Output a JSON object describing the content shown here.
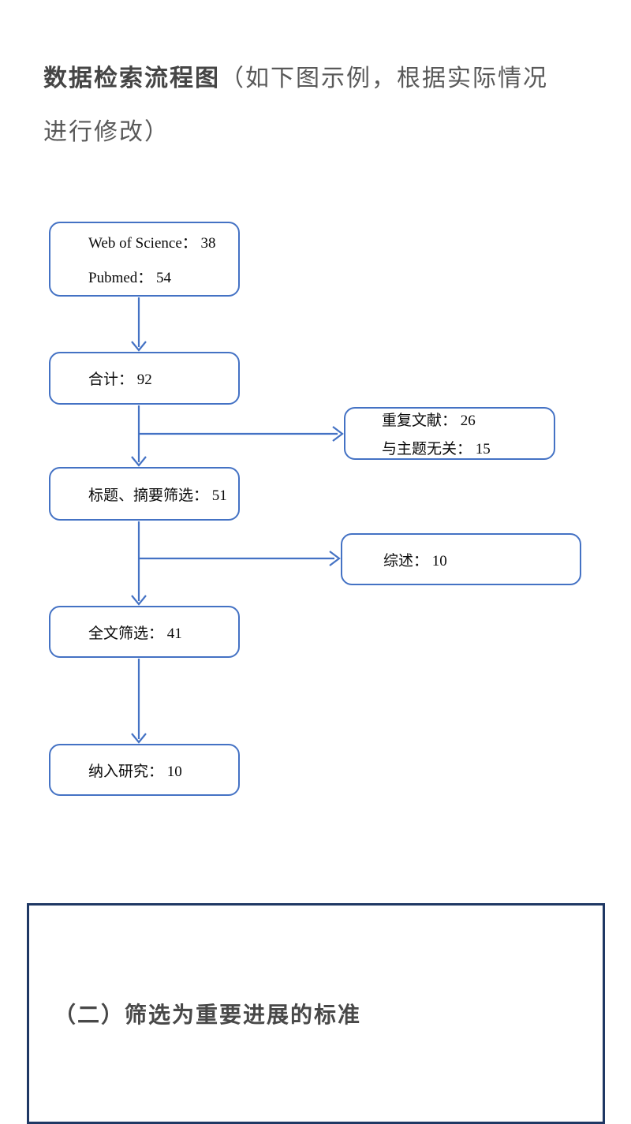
{
  "title": {
    "bold": "数据检索流程图",
    "rest_line1": "（如下图示例，根据实际情况",
    "rest_line2": "进行修改）"
  },
  "flowchart": {
    "accent_color": "#4472C4",
    "nodes": {
      "sources": {
        "lines": [
          "Web of Science： 38",
          "Pubmed： 54"
        ]
      },
      "total": {
        "label": "合计： 92"
      },
      "title_abstract": {
        "label": "标题、摘要筛选： 51"
      },
      "fulltext": {
        "label": "全文筛选： 41"
      },
      "included": {
        "label": "纳入研究： 10"
      },
      "excluded_duplicates": {
        "lines": [
          "重复文献： 26",
          "与主题无关： 15"
        ]
      },
      "excluded_reviews": {
        "label": "综述： 10"
      }
    }
  },
  "section": {
    "border_color": "#1F3864",
    "heading": "（二）筛选为重要进展的标准"
  }
}
